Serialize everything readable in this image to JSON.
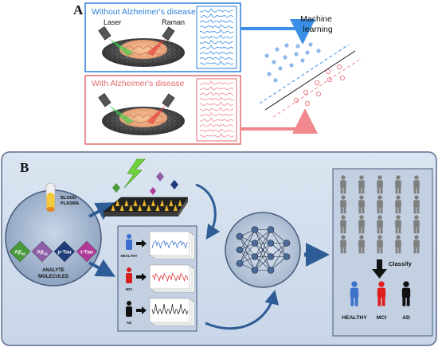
{
  "panel_a": {
    "letter": "A",
    "without_label": "Without Alzheimer's disease",
    "with_label": "With Alzheimer's disease",
    "laser_label": "Laser",
    "raman_label": "Raman",
    "ml_label_line1": "Machine",
    "ml_label_line2": "learning",
    "colors": {
      "blue": "#3a8ee6",
      "red": "#f0888e",
      "blue_box": "#2f7fd9",
      "red_box": "#e46a70"
    }
  },
  "panel_b": {
    "letter": "B",
    "blood_label_line1": "BLOOD",
    "blood_label_line2": "PLASMA",
    "analyte_line1": "ANALYTE",
    "analyte_line2": "MOLECULES",
    "molecules": [
      {
        "main": "Aβ",
        "sub": "40",
        "color": "#4a9a3c"
      },
      {
        "main": "Aβ",
        "sub": "42",
        "color": "#8f5ea8"
      },
      {
        "main": "p-Tau",
        "sub": "",
        "color": "#1f3b7a"
      },
      {
        "main": "t-Tau",
        "sub": "",
        "color": "#b03a98"
      }
    ],
    "spectra_groups": [
      {
        "name": "HEALTHY",
        "color": "#3c6fd1"
      },
      {
        "name": "MCI",
        "color": "#d92020"
      },
      {
        "name": "AD",
        "color": "#111111"
      }
    ],
    "classify_label": "Classify",
    "outcomes": [
      {
        "name": "HEALTHY",
        "color": "#3c72c9"
      },
      {
        "name": "MCI",
        "color": "#e01e1e"
      },
      {
        "name": "AD",
        "color": "#111111"
      }
    ]
  }
}
